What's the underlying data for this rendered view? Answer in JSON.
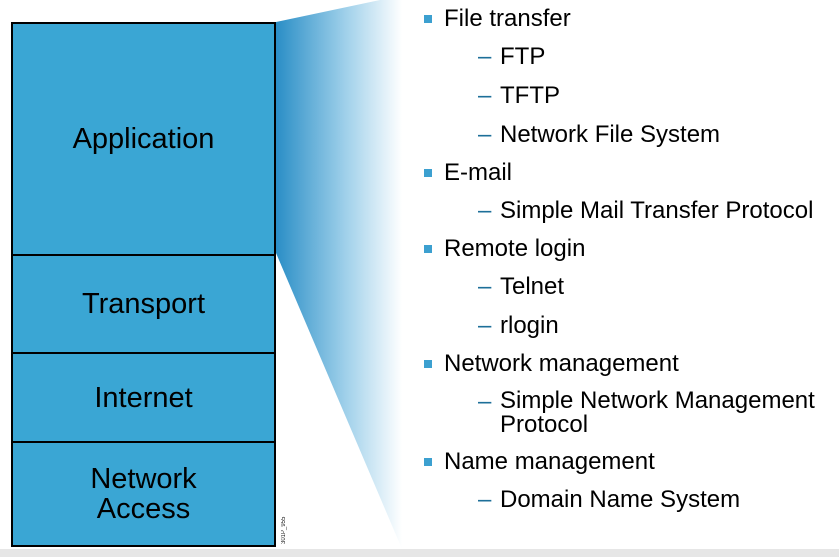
{
  "stack": {
    "layers": [
      {
        "label": "Application"
      },
      {
        "label": "Transport"
      },
      {
        "label": "Internet"
      },
      {
        "label": "Network Access"
      }
    ],
    "figure_id": "301P_955"
  },
  "services": [
    {
      "label": "File transfer",
      "subs": [
        "FTP",
        "TFTP",
        "Network File System"
      ]
    },
    {
      "label": "E-mail",
      "subs": [
        "Simple Mail Transfer Protocol"
      ]
    },
    {
      "label": "Remote login",
      "subs": [
        "Telnet",
        "rlogin"
      ]
    },
    {
      "label": "Network management",
      "subs": [
        "Simple Network Management Protocol"
      ]
    },
    {
      "label": "Name management",
      "subs": [
        "Domain Name System"
      ]
    }
  ],
  "colors": {
    "layer_fill": "#3aa6d4",
    "bullet_marker": "#3ca0d0",
    "wedge_dark": "#2a8ec6",
    "wedge_light": "#ffffff"
  }
}
